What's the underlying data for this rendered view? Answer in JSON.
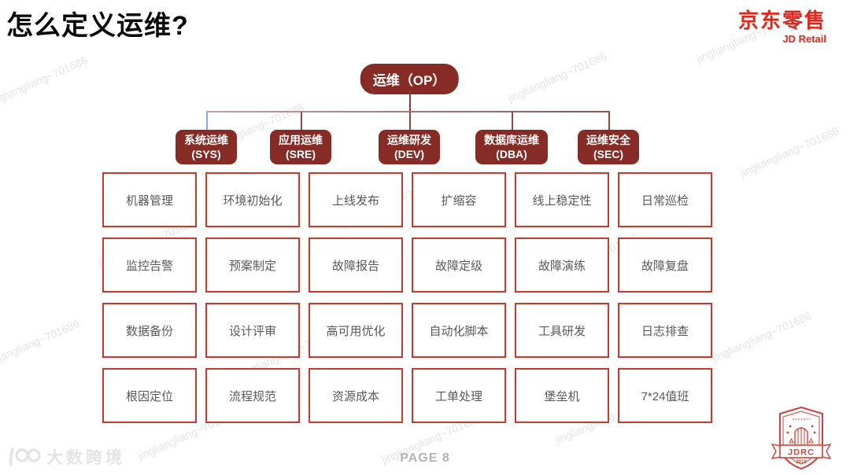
{
  "title": "怎么定义运维?",
  "brand": {
    "name": "京东零售",
    "subtitle": "JD Retail"
  },
  "watermark": {
    "text": "jingliangliang~701686"
  },
  "chart": {
    "type": "org-hierarchy",
    "root": {
      "label": "运维（OP）"
    },
    "categories": [
      {
        "name": "系统运维",
        "code": "(SYS)"
      },
      {
        "name": "应用运维",
        "code": "(SRE)"
      },
      {
        "name": "运维研发",
        "code": "(DEV)"
      },
      {
        "name": "数据库运维",
        "code": "(DBA)"
      },
      {
        "name": "运维安全",
        "code": "(SEC)"
      }
    ],
    "tasks": [
      [
        "机器管理",
        "环境初始化",
        "上线发布",
        "扩缩容",
        "线上稳定性",
        "日常巡检"
      ],
      [
        "监控告警",
        "预案制定",
        "故障报告",
        "故障定级",
        "故障演练",
        "故障复盘"
      ],
      [
        "数据备份",
        "设计评审",
        "高可用优化",
        "自动化脚本",
        "工具研发",
        "日志排查"
      ],
      [
        "根因定位",
        "流程规范",
        "资源成本",
        "工单处理",
        "堡垒机",
        "7*24值班"
      ]
    ]
  },
  "footer": {
    "page_label": "PAGE 8",
    "logo_text": "大数跨境",
    "badge_label": "JDRC",
    "badge_year": "2019"
  },
  "colors": {
    "jd_red": "#e1251b",
    "node_maroon": "#872b27",
    "box_border": "#c9392c",
    "connector_blue": "#85aede",
    "connector_red": "#8c4a42"
  }
}
